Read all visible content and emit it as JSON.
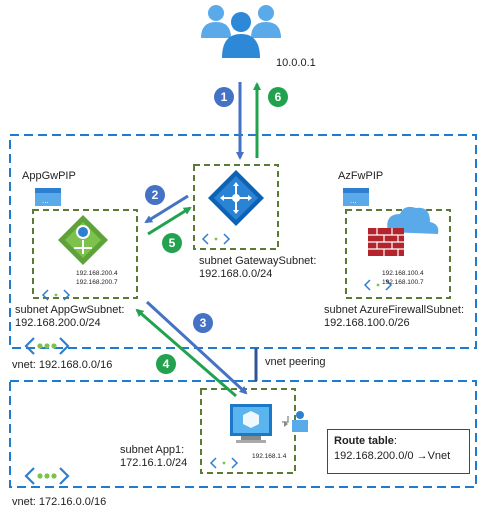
{
  "client": {
    "ip": "10.0.0.1"
  },
  "steps": [
    "1",
    "2",
    "3",
    "4",
    "5",
    "6"
  ],
  "vnet_hub": {
    "label": "vnet: 192.168.0.0/16",
    "appgw_pip": "AppGwPIP",
    "azfw_pip": "AzFwPIP",
    "appgw_subnet": {
      "name": "subnet AppGwSubnet:",
      "cidr": "192.168.200.0/24",
      "ips": [
        "192.168.200.4",
        "192.168.200.7"
      ]
    },
    "gateway_subnet": {
      "name": "subnet GatewaySubnet:",
      "cidr": "192.168.0.0/24"
    },
    "firewall_subnet": {
      "name": "subnet AzureFirewallSubnet:",
      "cidr": "192.168.100.0/26",
      "ips": [
        "192.168.100.4",
        "192.168.100.7"
      ]
    }
  },
  "peering": {
    "label": "vnet peering"
  },
  "vnet_spoke": {
    "label": "vnet: 172.16.0.0/16",
    "app_subnet": {
      "name": "subnet App1:",
      "cidr": "172.16.1.0/24",
      "ip": "192.168.1.4"
    }
  },
  "route_table": {
    "title": "Route table",
    "colon": ":",
    "route": "192.168.200.0/0 →Vnet"
  },
  "colors": {
    "vnet_border": "#1f7bd0",
    "subnet_border": "#5a7a35",
    "blue_arrow": "#4472c4",
    "green_arrow": "#22a24f",
    "azure": "#0078d4"
  }
}
